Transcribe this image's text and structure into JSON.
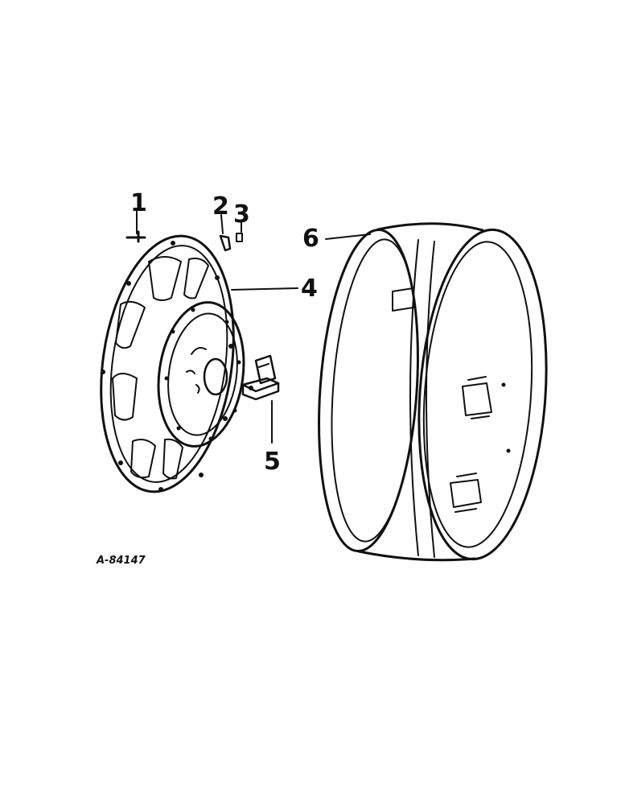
{
  "figure_ref": "A-84147",
  "callouts": [
    {
      "id": "1",
      "text": "1"
    },
    {
      "id": "2",
      "text": "2"
    },
    {
      "id": "3",
      "text": "3"
    },
    {
      "id": "4",
      "text": "4"
    },
    {
      "id": "5",
      "text": "5"
    },
    {
      "id": "6",
      "text": "6"
    }
  ],
  "colors": {
    "ink": "#111111",
    "paper": "#ffffff"
  }
}
